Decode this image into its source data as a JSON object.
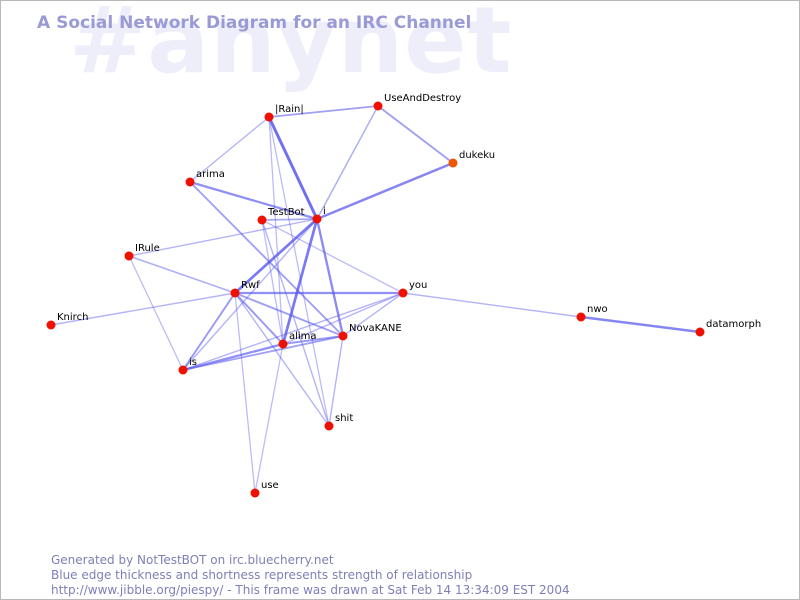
{
  "channel": "#anynet",
  "title": "A Social Network Diagram for an IRC Channel",
  "colors": {
    "edge": "#5555ee",
    "node": "#ee1100",
    "node_alt": "#ee5500",
    "title": "#9a9ad6",
    "watermark": "#eeeefb",
    "footer": "#7f7fb8"
  },
  "nodes": [
    {
      "id": "Rain",
      "label": "|Rain|"
    },
    {
      "id": "UseAndDestroy",
      "label": "UseAndDestroy"
    },
    {
      "id": "dukeku",
      "label": "dukeku"
    },
    {
      "id": "arima",
      "label": "arima"
    },
    {
      "id": "TestBot",
      "label": "TestBot"
    },
    {
      "id": "i",
      "label": "i"
    },
    {
      "id": "IRule",
      "label": "IRule"
    },
    {
      "id": "Rwf",
      "label": "Rwf"
    },
    {
      "id": "you",
      "label": "you"
    },
    {
      "id": "nwo",
      "label": "nwo"
    },
    {
      "id": "datamorph",
      "label": "datamorph"
    },
    {
      "id": "Knirch",
      "label": "Knirch"
    },
    {
      "id": "alima",
      "label": "alima"
    },
    {
      "id": "NovaKANE",
      "label": "NovaKANE"
    },
    {
      "id": "is",
      "label": "is"
    },
    {
      "id": "shit",
      "label": "shit"
    },
    {
      "id": "use",
      "label": "use"
    }
  ],
  "edges": [
    {
      "from": "Rain",
      "to": "i",
      "strength": 0.9
    },
    {
      "from": "Rain",
      "to": "UseAndDestroy",
      "strength": 0.45
    },
    {
      "from": "Rain",
      "to": "arima",
      "strength": 0.25
    },
    {
      "from": "Rain",
      "to": "alima",
      "strength": 0.2
    },
    {
      "from": "Rain",
      "to": "shit",
      "strength": 0.2
    },
    {
      "from": "UseAndDestroy",
      "to": "dukeku",
      "strength": 0.45
    },
    {
      "from": "UseAndDestroy",
      "to": "i",
      "strength": 0.3
    },
    {
      "from": "dukeku",
      "to": "i",
      "strength": 0.7
    },
    {
      "from": "arima",
      "to": "i",
      "strength": 0.6
    },
    {
      "from": "arima",
      "to": "NovaKANE",
      "strength": 0.45
    },
    {
      "from": "TestBot",
      "to": "i",
      "strength": 0.35
    },
    {
      "from": "TestBot",
      "to": "shit",
      "strength": 0.25
    },
    {
      "from": "TestBot",
      "to": "alima",
      "strength": 0.2
    },
    {
      "from": "TestBot",
      "to": "you",
      "strength": 0.2
    },
    {
      "from": "i",
      "to": "Rwf",
      "strength": 0.8
    },
    {
      "from": "i",
      "to": "alima",
      "strength": 0.8
    },
    {
      "from": "i",
      "to": "NovaKANE",
      "strength": 0.65
    },
    {
      "from": "i",
      "to": "IRule",
      "strength": 0.25
    },
    {
      "from": "i",
      "to": "is",
      "strength": 0.25
    },
    {
      "from": "IRule",
      "to": "Rwf",
      "strength": 0.3
    },
    {
      "from": "IRule",
      "to": "is",
      "strength": 0.2
    },
    {
      "from": "Rwf",
      "to": "you",
      "strength": 0.6
    },
    {
      "from": "Rwf",
      "to": "alima",
      "strength": 0.5
    },
    {
      "from": "Rwf",
      "to": "NovaKANE",
      "strength": 0.45
    },
    {
      "from": "Rwf",
      "to": "is",
      "strength": 0.5
    },
    {
      "from": "Rwf",
      "to": "Knirch",
      "strength": 0.25
    },
    {
      "from": "Rwf",
      "to": "shit",
      "strength": 0.25
    },
    {
      "from": "Rwf",
      "to": "use",
      "strength": 0.2
    },
    {
      "from": "you",
      "to": "nwo",
      "strength": 0.25
    },
    {
      "from": "you",
      "to": "alima",
      "strength": 0.25
    },
    {
      "from": "you",
      "to": "is",
      "strength": 0.25
    },
    {
      "from": "nwo",
      "to": "datamorph",
      "strength": 0.7
    },
    {
      "from": "alima",
      "to": "is",
      "strength": 0.6
    },
    {
      "from": "alima",
      "to": "NovaKANE",
      "strength": 0.5
    },
    {
      "from": "alima",
      "to": "use",
      "strength": 0.2
    },
    {
      "from": "NovaKANE",
      "to": "is",
      "strength": 0.45
    },
    {
      "from": "NovaKANE",
      "to": "shit",
      "strength": 0.25
    },
    {
      "from": "NovaKANE",
      "to": "you",
      "strength": 0.25
    }
  ],
  "footer": {
    "line1": "Generated by NotTestBOT on irc.bluecherry.net",
    "line2": "Blue edge thickness and shortness represents strength of relationship",
    "line3": "http://www.jibble.org/piespy/ - This frame was drawn at Sat Feb 14 13:34:09 EST 2004"
  }
}
